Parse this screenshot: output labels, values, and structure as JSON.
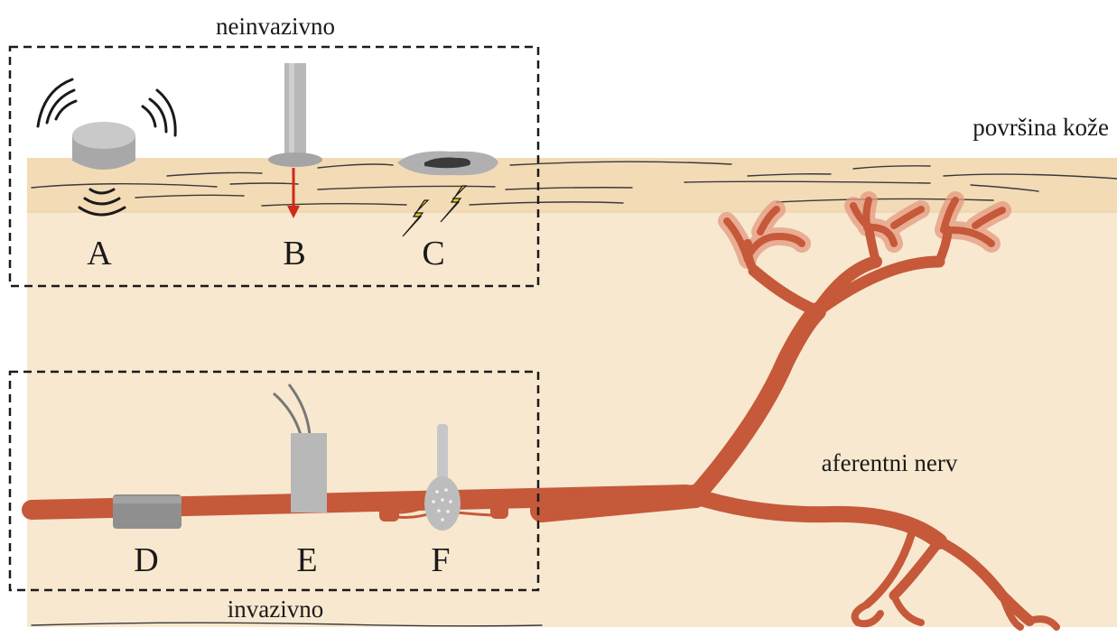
{
  "labels": {
    "noninvasive": "neinvazivno",
    "invasive": "invazivno",
    "skin_surface": "površina kože",
    "afferent_nerve": "aferentni nerv"
  },
  "methods": [
    {
      "letter": "A",
      "device": "ultrasound-transducer"
    },
    {
      "letter": "B",
      "device": "mechanical-probe"
    },
    {
      "letter": "C",
      "device": "surface-electrode"
    },
    {
      "letter": "D",
      "device": "cuff-electrode"
    },
    {
      "letter": "E",
      "device": "intraneural-electrode"
    },
    {
      "letter": "F",
      "device": "regenerative-sieve-electrode"
    }
  ],
  "colors": {
    "background": "#ffffff",
    "tissue": "#f8e8cf",
    "skin_band": "#f3dbb6",
    "nerve": "#c5593a",
    "nerve_glow": "#e49a80",
    "device_gray": "#b5b5b5",
    "device_dark": "#8d8d8d",
    "arrow_red": "#cf2a1a",
    "spark_yellow": "#e5d21a",
    "dashed_box": "#1a1a1a"
  }
}
